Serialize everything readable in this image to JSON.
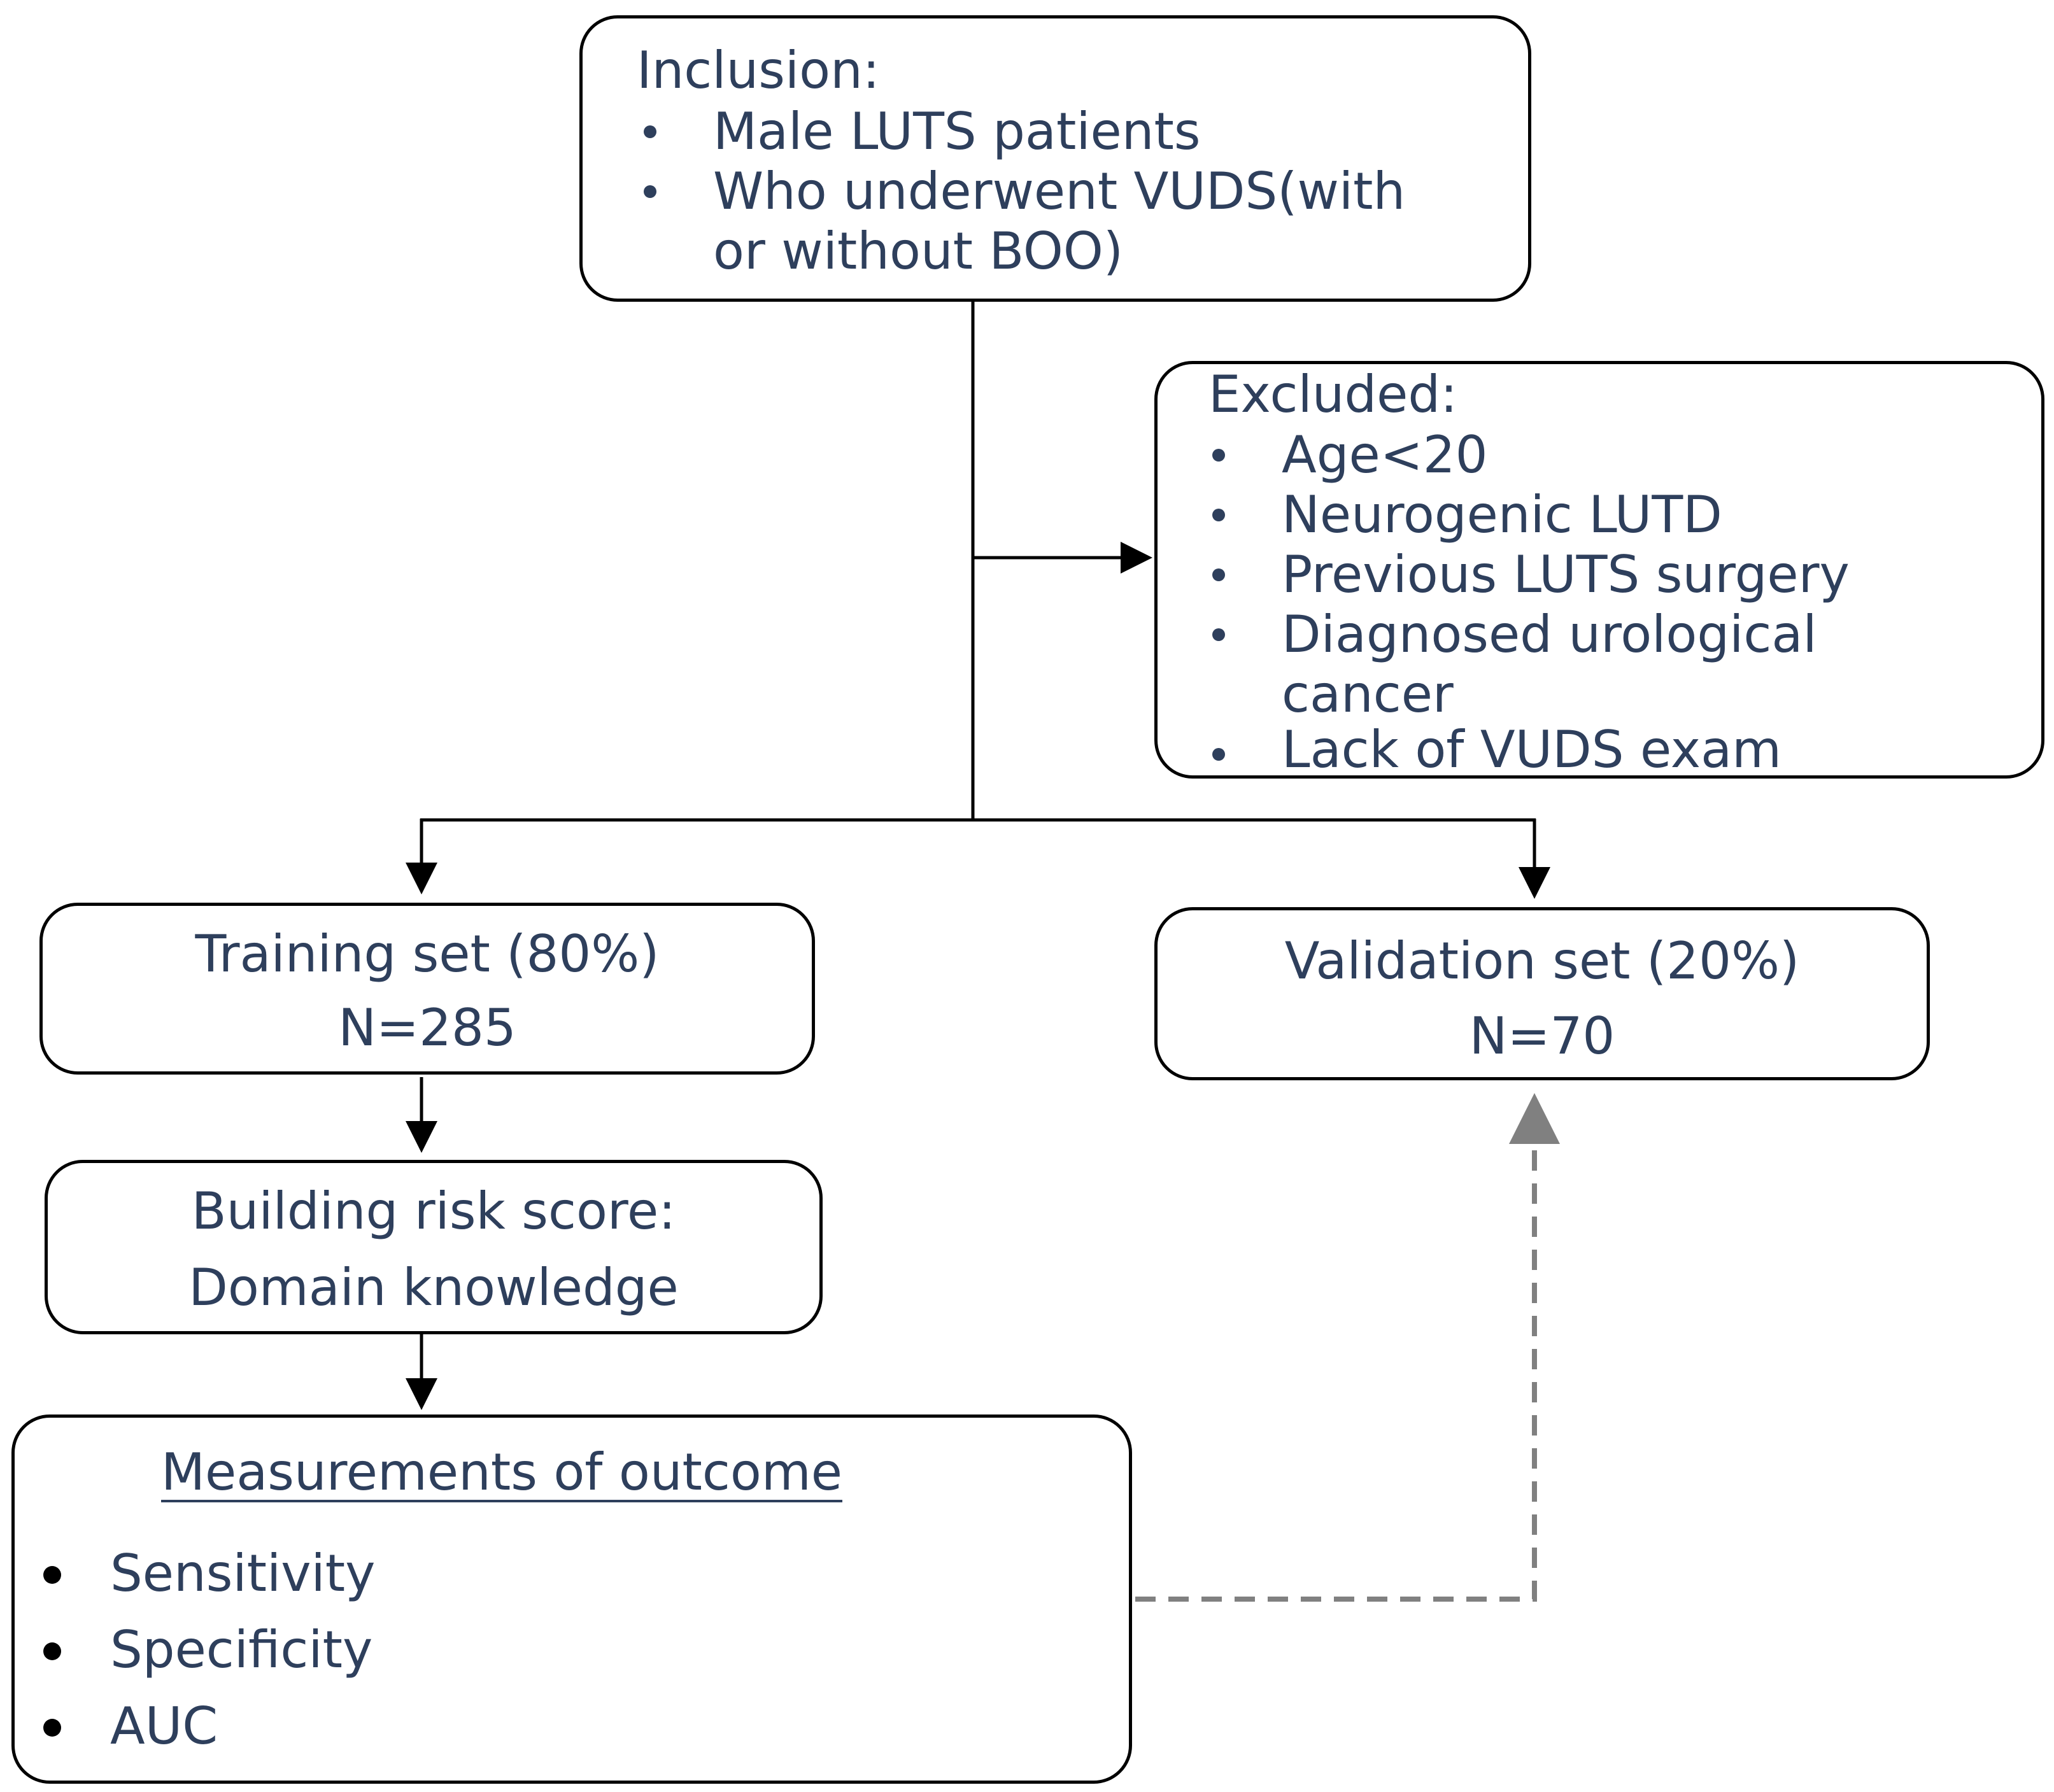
{
  "colors": {
    "text": "#2e3f5c",
    "border": "#000000",
    "dashed_arrow": "#808080"
  },
  "inclusion": {
    "title": "Inclusion:",
    "items": [
      "Male LUTS patients",
      "Who underwent VUDS(with",
      "or without BOO)"
    ]
  },
  "excluded": {
    "title": "Excluded:",
    "items": [
      "Age<20",
      "Neurogenic LUTD",
      "Previous LUTS surgery",
      "Diagnosed urological",
      "cancer",
      "Lack of VUDS exam"
    ]
  },
  "training": {
    "line1": "Training set (80%)",
    "line2": "N=285"
  },
  "validation": {
    "line1": "Validation set (20%)",
    "line2": "N=70"
  },
  "risk_score": {
    "line1": "Building risk score:",
    "line2": "Domain knowledge"
  },
  "outcome": {
    "title": "Measurements of outcome",
    "items": [
      "Sensitivity",
      "Specificity",
      "AUC"
    ]
  }
}
